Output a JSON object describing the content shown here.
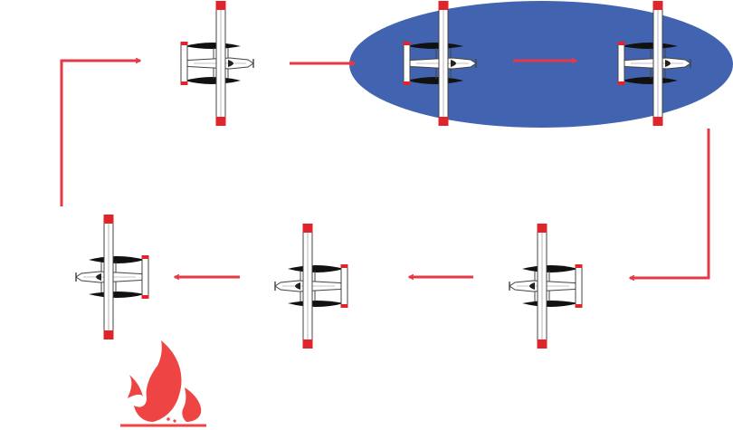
{
  "colors": {
    "arrow": "#e63946",
    "lake": "#4264b0",
    "fire": "#ef4444",
    "wingtip": "#e0242c",
    "float": "#111111",
    "airframe": "#ffffff",
    "outline": "#444444"
  },
  "flow": {
    "steps": [
      {
        "id": "takeoff-empty",
        "heading": "east",
        "icon": "seaplane-icon"
      },
      {
        "id": "scoop-start",
        "heading": "east",
        "icon": "seaplane-icon",
        "over_water": true
      },
      {
        "id": "scoop-end",
        "heading": "east",
        "icon": "seaplane-icon",
        "over_water": true
      },
      {
        "id": "return-1",
        "heading": "west",
        "icon": "seaplane-icon",
        "loaded": true
      },
      {
        "id": "return-2",
        "heading": "west",
        "icon": "seaplane-icon",
        "loaded": true
      },
      {
        "id": "drop",
        "heading": "west",
        "icon": "seaplane-icon"
      }
    ],
    "target_icon": "fire-icon",
    "water_icon": "lake-ellipse"
  }
}
